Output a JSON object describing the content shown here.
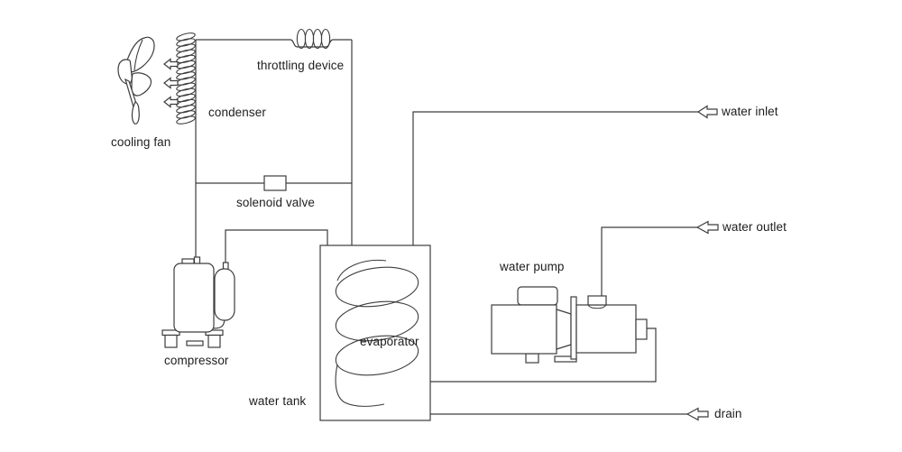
{
  "labels": {
    "cooling_fan": "cooling fan",
    "condenser": "condenser",
    "throttling_device": "throttling device",
    "solenoid_valve": "solenoid valve",
    "compressor": "compressor",
    "water_tank": "water tank",
    "evaporator": "evaporator",
    "water_pump": "water pump",
    "water_inlet": "water inlet",
    "water_outlet": "water outlet",
    "drain": "drain"
  },
  "colors": {
    "background": "#ffffff",
    "line": "#3d3d3d",
    "text": "#1d1d1d"
  }
}
